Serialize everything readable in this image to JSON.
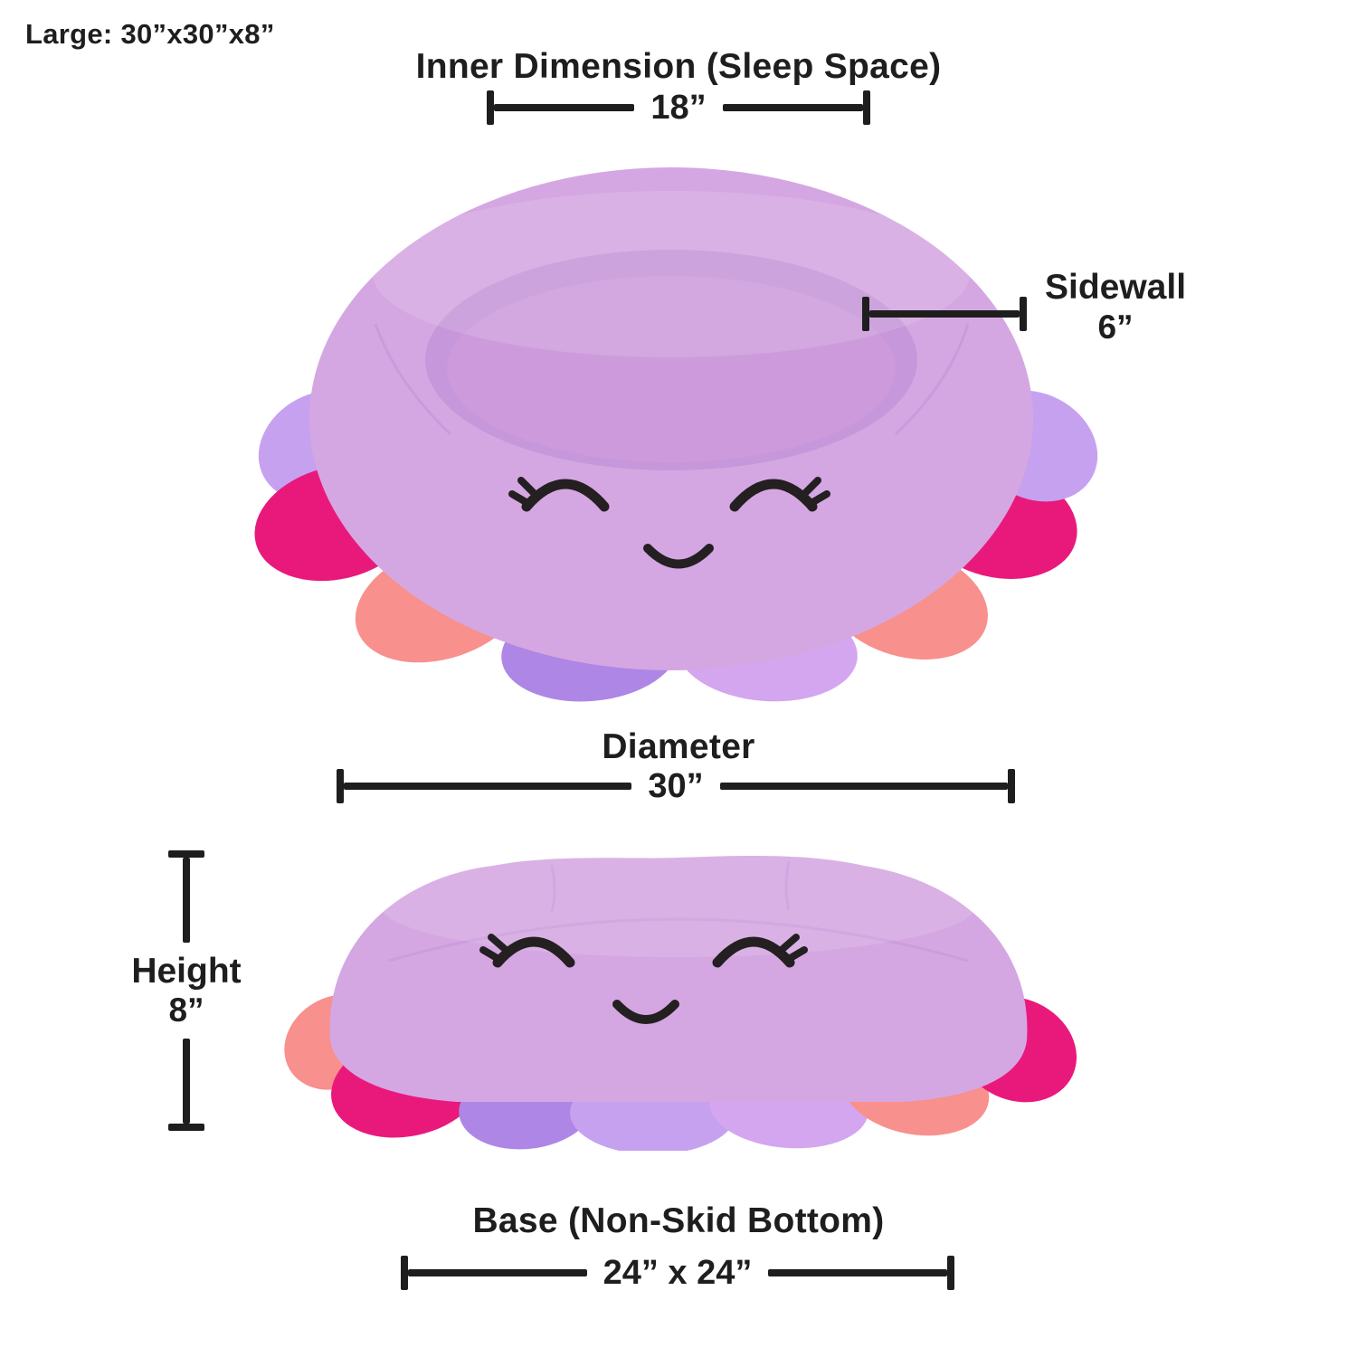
{
  "page": {
    "size_label": "Large: 30”x30”x8”"
  },
  "dimensions": {
    "inner": {
      "label": "Inner Dimension (Sleep Space)",
      "value": "18”"
    },
    "sidewall": {
      "label": "Sidewall",
      "value": "6”"
    },
    "diameter": {
      "label": "Diameter",
      "value": "30”"
    },
    "height": {
      "label": "Height",
      "value": "8”"
    },
    "base": {
      "label": "Base (Non-Skid Bottom)",
      "value": "24” x 24”"
    }
  },
  "colors": {
    "annotation": "#1e1e1e",
    "face": "#241f21",
    "bed_body": "#d5a7e2",
    "bed_inner": "#cd9bdc",
    "bed_rim_shadow": "#b787d2",
    "tentacle_light_purple": "#c6a1f0",
    "tentacle_hot_pink": "#e9197c",
    "tentacle_coral": "#f8908d",
    "tentacle_purple": "#ae86e6",
    "tentacle_lavender": "#d3a6ef"
  }
}
